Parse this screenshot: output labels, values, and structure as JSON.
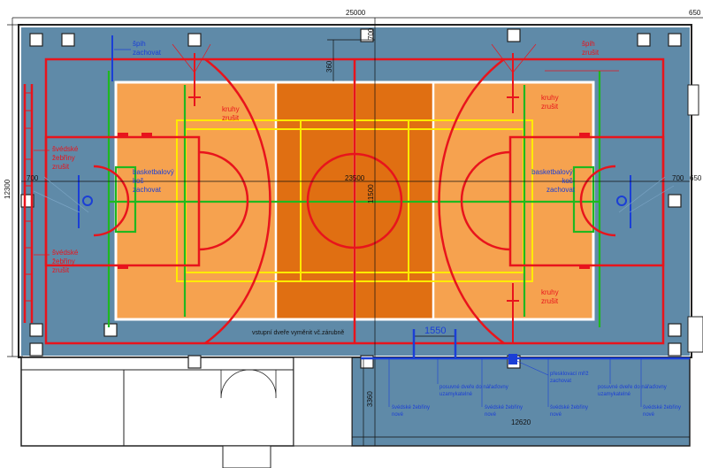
{
  "dimensions": {
    "top_total": "25000",
    "top_right": "650",
    "top_center": "700",
    "marker_360": "360",
    "left_height": "12300",
    "mid_left_700": "700",
    "center_span": "23500",
    "center_vertical": "11500",
    "mid_right_700": "700",
    "mid_right_650": "650",
    "door_width": "1550",
    "lower_height": "3360",
    "bottom_width": "12620"
  },
  "annotations": {
    "spih_left": [
      "špih",
      "zachovat"
    ],
    "spih_right": [
      "špih",
      "zrušit"
    ],
    "kruhy_top": [
      "kruhy",
      "zrušit"
    ],
    "kruhy_bottom": [
      "kruhy",
      "zrušit"
    ],
    "ladders_left_top": [
      "švédské",
      "žebřiny",
      "zrušit"
    ],
    "ladders_left_bottom": [
      "švédské",
      "žebřiny",
      "zrušit"
    ],
    "basket_left": [
      "basketbalový",
      "koš",
      "zachovat"
    ],
    "basket_right": [
      "basketbalový",
      "koš",
      "zachovat"
    ],
    "entry_door": "vstupní dveře vyměnit vč.zárubně",
    "sliding_left": [
      "posuvné dveře do nářaďovny",
      "uzamykatelné"
    ],
    "partition": [
      "přesklovací mříž",
      "zachovat"
    ],
    "sliding_right": [
      "posuvné dveře do nářaďovny",
      "uzamykatelné"
    ],
    "ladders_new_1": [
      "švédské žebřiny",
      "nové"
    ],
    "ladders_new_2": [
      "švédské žebřiny",
      "nové"
    ],
    "ladders_new_3": [
      "švédské žebřiny",
      "nové"
    ],
    "ladders_new_4": [
      "švédské žebřiny",
      "nové"
    ]
  },
  "colors": {
    "hall_floor": "#5f8aa8",
    "court_light": "#f6a24f",
    "court_dark": "#e06f12",
    "line_red": "#e8141c",
    "line_yellow": "#ffea00",
    "line_green": "#1fb81f",
    "line_white": "#ffffff",
    "blue_text": "#1b3fd6",
    "storage_floor": "#5f8aa8"
  }
}
